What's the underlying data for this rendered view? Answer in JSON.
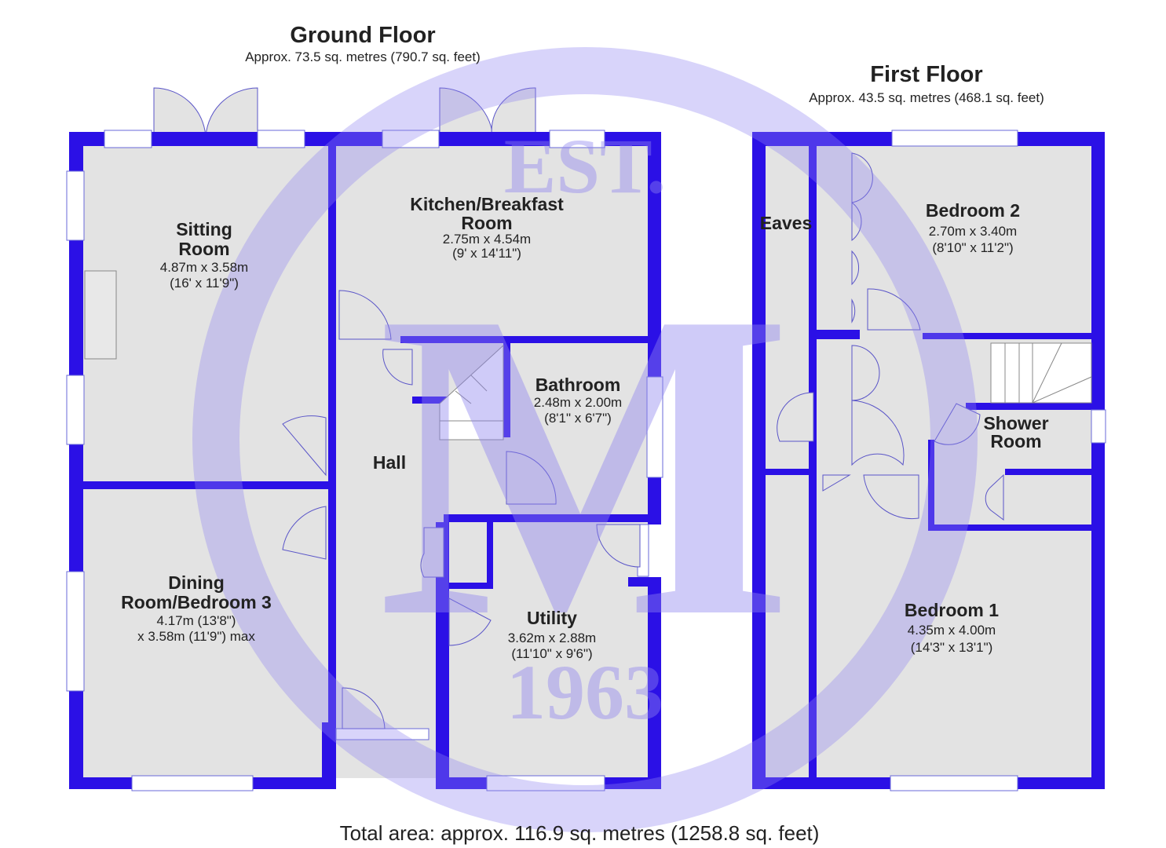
{
  "ground_floor": {
    "title": "Ground Floor",
    "area": "Approx. 73.5 sq. metres (790.7 sq. feet)",
    "rooms": [
      {
        "name_lines": [
          "Sitting",
          "Room"
        ],
        "dims": [
          "4.87m x 3.58m",
          "(16' x 11'9\")"
        ]
      },
      {
        "name_lines": [
          "Kitchen/Breakfast",
          "Room"
        ],
        "dims": [
          "2.75m x 4.54m",
          "(9' x 14'11\")"
        ]
      },
      {
        "name_lines": [
          "Bathroom"
        ],
        "dims": [
          "2.48m x 2.00m",
          "(8'1\" x 6'7\")"
        ]
      },
      {
        "name_lines": [
          "Hall"
        ],
        "dims": []
      },
      {
        "name_lines": [
          "Dining",
          "Room/Bedroom 3"
        ],
        "dims": [
          "4.17m (13'8\")",
          "x 3.58m (11'9\") max"
        ]
      },
      {
        "name_lines": [
          "Utility"
        ],
        "dims": [
          "3.62m x 2.88m",
          "(11'10\" x 9'6\")"
        ]
      }
    ]
  },
  "first_floor": {
    "title": "First Floor",
    "area": "Approx. 43.5 sq. metres (468.1 sq. feet)",
    "rooms": [
      {
        "name_lines": [
          "Eaves"
        ],
        "dims": []
      },
      {
        "name_lines": [
          "Bedroom 2"
        ],
        "dims": [
          "2.70m x 3.40m",
          "(8'10\" x 11'2\")"
        ]
      },
      {
        "name_lines": [
          "Shower",
          "Room"
        ],
        "dims": []
      },
      {
        "name_lines": [
          "Bedroom 1"
        ],
        "dims": [
          "4.35m x 4.00m",
          "(14'3\" x 13'1\")"
        ]
      }
    ]
  },
  "watermark": {
    "top": "EST.",
    "letter": "M",
    "bottom": "1963"
  },
  "total_area": "Total area: approx. 116.9 sq. metres (1258.8 sq. feet)",
  "colors": {
    "wall": "#2b10e6",
    "floor": "#e3e3e3",
    "watermark": "#8f84f0"
  }
}
